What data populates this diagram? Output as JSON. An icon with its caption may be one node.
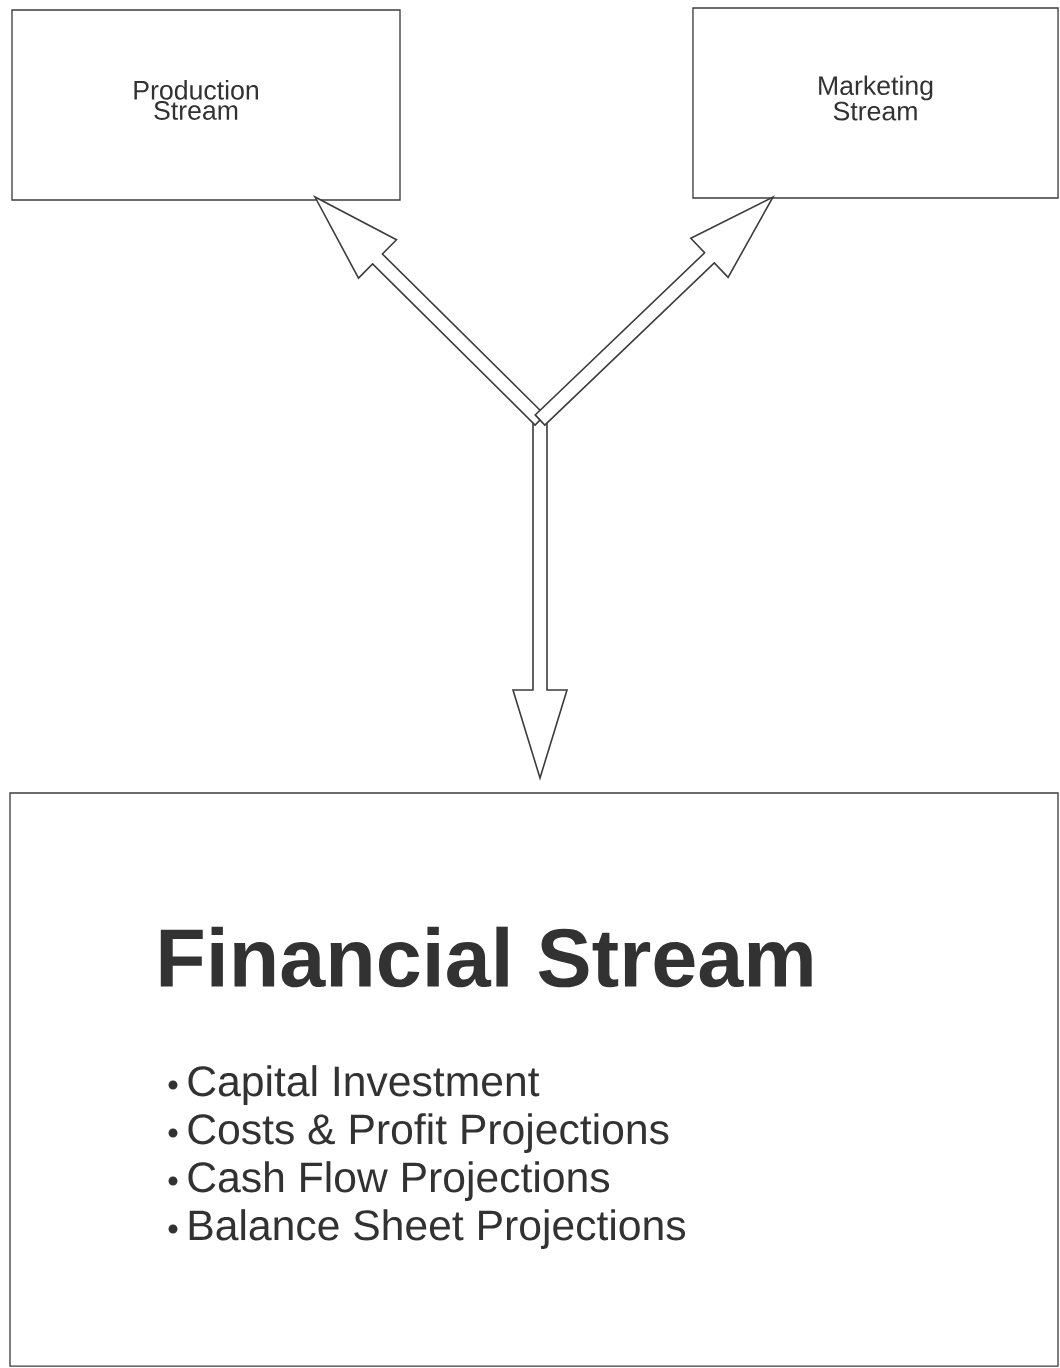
{
  "diagram": {
    "nodes": [
      {
        "text": [
          "Production Stream"
        ]
      },
      {
        "text": [
          "Marketing Stream"
        ]
      },
      {
        "text": [
          "Financial Stream",
          "Capital Investment",
          "Costs & Profit Projections",
          "Cash Flow Projections",
          "Balance Sheet Projections"
        ]
      }
    ],
    "edges": [
      {
        "from": null,
        "to": 2,
        "arrow": "to"
      },
      {
        "from": null,
        "to": 0,
        "arrow": "to"
      },
      {
        "from": null,
        "to": 1,
        "arrow": "to"
      }
    ]
  }
}
